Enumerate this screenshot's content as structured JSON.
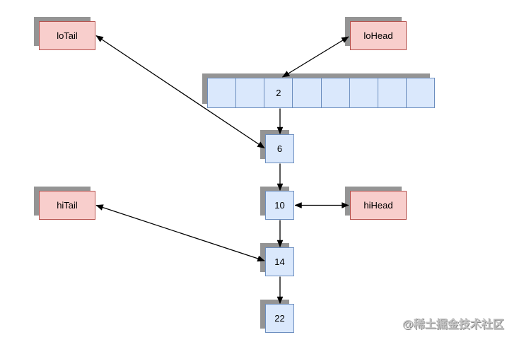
{
  "diagram_title": "hashmap-resize-split",
  "colors": {
    "background": "#ffffff",
    "pointer_fill": "#f8cecc",
    "pointer_border": "#b85450",
    "node_fill": "#dae8fc",
    "node_border": "#6c8ebf",
    "shadow": "#949494",
    "edge": "#000000"
  },
  "pointers": {
    "loTail": {
      "label": "loTail"
    },
    "loHead": {
      "label": "loHead"
    },
    "hiTail": {
      "label": "hiTail"
    },
    "hiHead": {
      "label": "hiHead"
    }
  },
  "bucket_array": {
    "cells": [
      "",
      "",
      "2",
      "",
      "",
      "",
      "",
      ""
    ]
  },
  "linked_list": {
    "nodes": [
      "6",
      "10",
      "14",
      "22"
    ]
  },
  "edges": [
    {
      "id": "chain-cell2-node6",
      "from": "cell-2",
      "to": "node-6",
      "kind": "next-link",
      "double_headed": false
    },
    {
      "id": "chain-node6-node10",
      "from": "node-6",
      "to": "node-10",
      "kind": "next-link",
      "double_headed": false
    },
    {
      "id": "chain-node10-node14",
      "from": "node-10",
      "to": "node-14",
      "kind": "next-link",
      "double_headed": false
    },
    {
      "id": "chain-node14-node22",
      "from": "node-14",
      "to": "node-22",
      "kind": "next-link",
      "double_headed": false
    },
    {
      "id": "ptr-loTail-node6",
      "from": "loTail",
      "to": "node-6",
      "kind": "pointer-link",
      "double_headed": true
    },
    {
      "id": "ptr-loHead-cell2",
      "from": "loHead",
      "to": "cell-2",
      "kind": "pointer-link",
      "double_headed": true
    },
    {
      "id": "ptr-hiTail-node14",
      "from": "hiTail",
      "to": "node-14",
      "kind": "pointer-link",
      "double_headed": true
    },
    {
      "id": "ptr-hiHead-node10",
      "from": "hiHead",
      "to": "node-10",
      "kind": "pointer-link",
      "double_headed": true
    }
  ],
  "watermark": {
    "text": "@稀土掘金技术社区"
  }
}
